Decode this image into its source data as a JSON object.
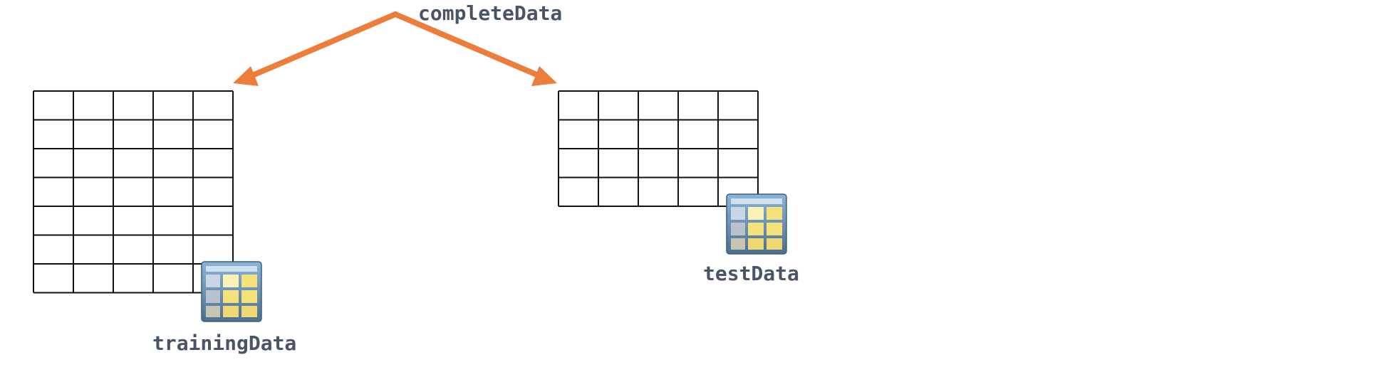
{
  "labels": {
    "source": "completeData",
    "training": "trainingData",
    "test": "testData"
  },
  "colors": {
    "arrow": "#ed7d3a",
    "label": "#4a5468",
    "grid_line": "#111111"
  },
  "icons": {
    "training": "table-icon",
    "test": "table-icon"
  },
  "tables": {
    "training": {
      "rows": 7,
      "columns": 5
    },
    "test": {
      "rows": 4,
      "columns": 5
    }
  }
}
